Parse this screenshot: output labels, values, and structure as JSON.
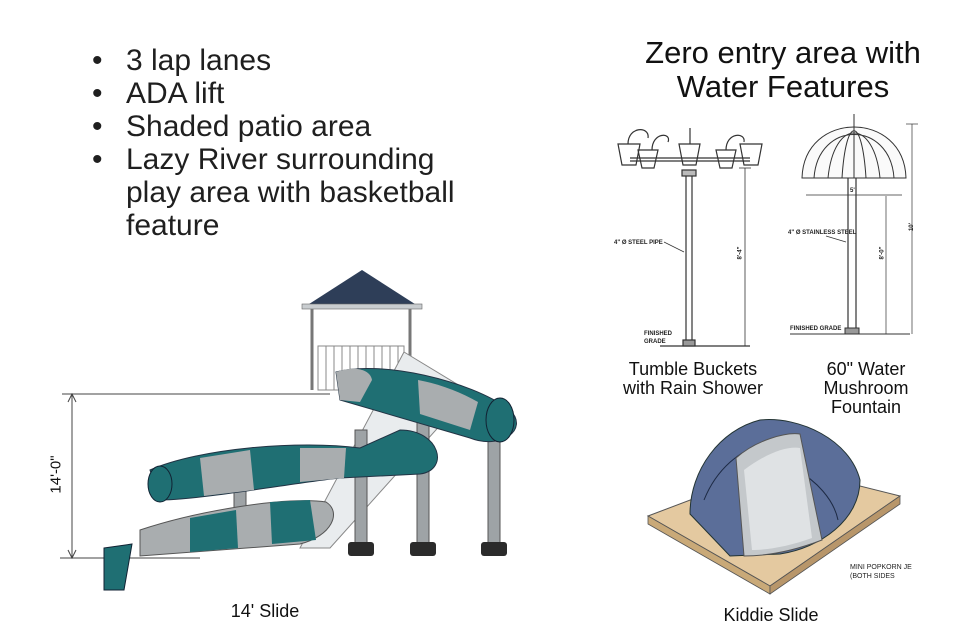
{
  "features": [
    "3 lap lanes",
    "ADA lift",
    "Shaded patio area",
    "Lazy River surrounding play area with basketball feature"
  ],
  "water_features": {
    "title": "Zero entry area with Water Features",
    "tumble_buckets": {
      "caption": "Tumble Buckets with Rain Shower",
      "pipe_label": "4\" Ø STEEL PIPE",
      "height_label": "8'-4\"",
      "grade_label": "FINISHED GRADE"
    },
    "mushroom": {
      "caption": "60\" Water Mushroom Fountain",
      "width_label": "5'",
      "pipe_label": "4\" Ø STAINLESS STEEL",
      "height_label": "8'-0\"",
      "total_label": "10'",
      "grade_label": "FINISHED GRADE"
    }
  },
  "slide": {
    "caption": "14' Slide",
    "height_label": "14'-0\""
  },
  "kiddie_slide": {
    "caption": "Kiddie Slide",
    "note": "MINI POPKORN JE (BOTH SIDES"
  },
  "colors": {
    "teal": "#1f6f73",
    "silver": "#a9adaf",
    "roof": "#2e3e58",
    "base": "#e4c9a0"
  }
}
